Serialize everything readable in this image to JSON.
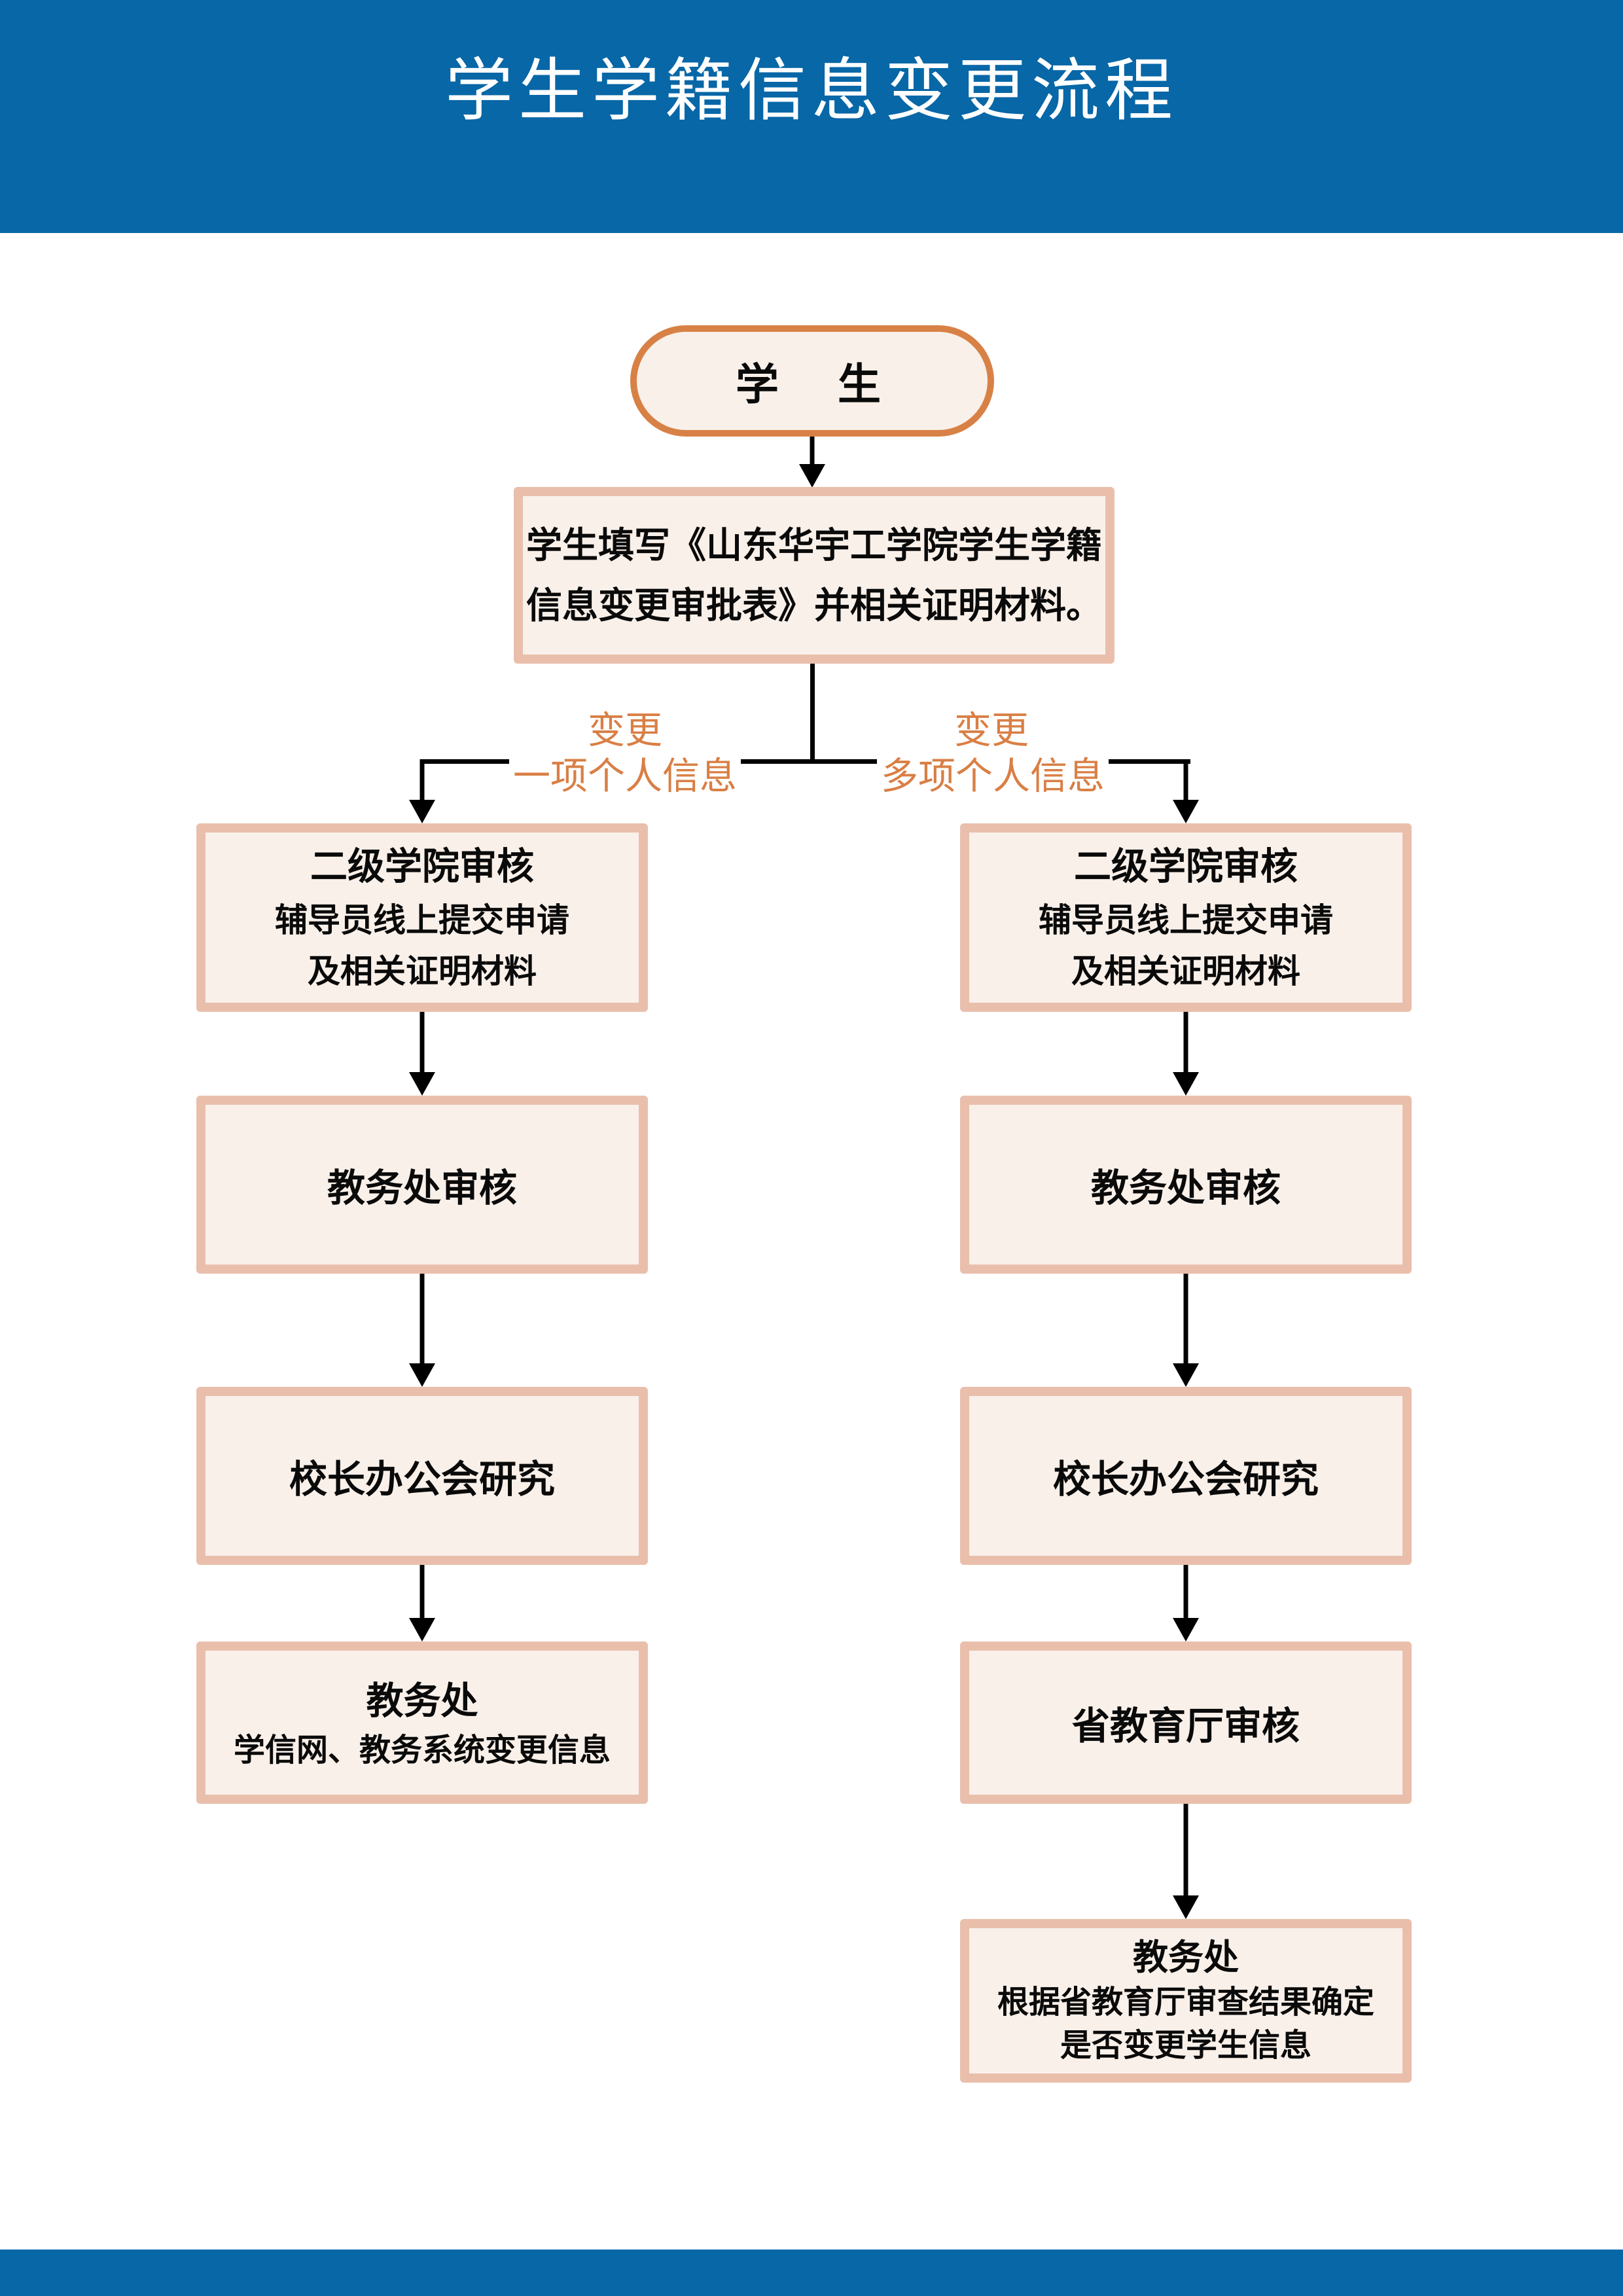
{
  "header": {
    "title": "学生学籍信息变更流程",
    "bg_color": "#0767A7",
    "text_color": "#FFFFFF"
  },
  "footer": {
    "bg_color": "#0767A7"
  },
  "colors": {
    "box_fill": "#F9F0E9",
    "box_border": "#E9BFAC",
    "pill_border": "#D88146",
    "branch_label_color": "#D97F45",
    "line_color": "#000000"
  },
  "flow": {
    "start": {
      "label": "学　生"
    },
    "apply": {
      "line1": "学生填写《山东华宇工学院学生学籍",
      "line2": "信息变更审批表》并相关证明材料。"
    },
    "branch_left": {
      "cond1": "变更",
      "cond2": "一项个人信息"
    },
    "branch_right": {
      "cond1": "变更",
      "cond2": "多项个人信息"
    },
    "left_steps": [
      {
        "title": "二级学院审核",
        "sub1": "辅导员线上提交申请",
        "sub2": "及相关证明材料"
      },
      {
        "title": "教务处审核"
      },
      {
        "title": "校长办公会研究"
      },
      {
        "title": "教务处",
        "sub1": "学信网、教务系统变更信息"
      }
    ],
    "right_steps": [
      {
        "title": "二级学院审核",
        "sub1": "辅导员线上提交申请",
        "sub2": "及相关证明材料"
      },
      {
        "title": "教务处审核"
      },
      {
        "title": "校长办公会研究"
      },
      {
        "title": "省教育厅审核"
      },
      {
        "title": "教务处",
        "sub1": "根据省教育厅审查结果确定",
        "sub2": "是否变更学生信息"
      }
    ]
  }
}
